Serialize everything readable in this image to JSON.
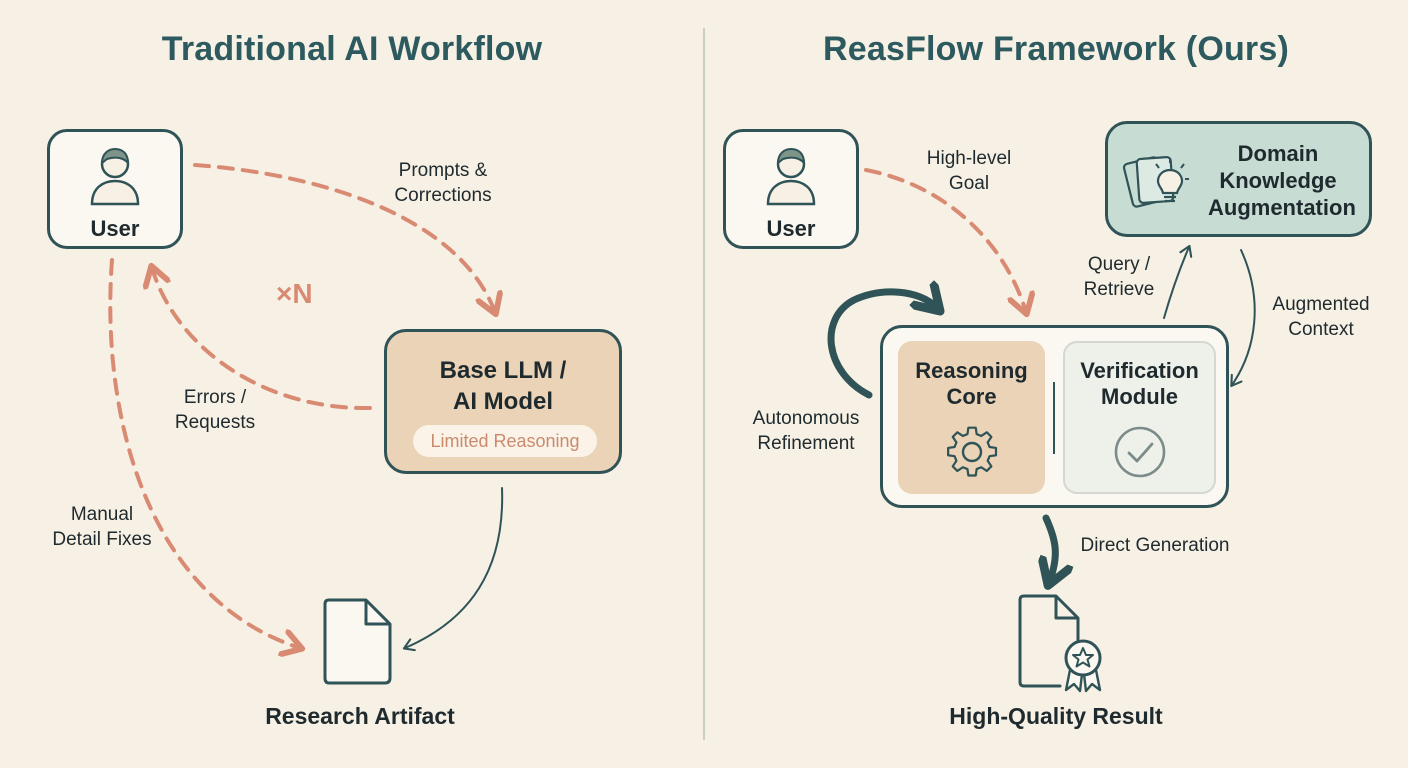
{
  "left": {
    "title": "Traditional AI Workflow",
    "user_label": "User",
    "prompts_label": "Prompts &\nCorrections",
    "times_label": "×N",
    "errors_label": "Errors /\nRequests",
    "llm_title": "Base LLM /\nAI Model",
    "llm_badge": "Limited Reasoning",
    "manual_label": "Manual\nDetail Fixes",
    "artifact_label": "Research Artifact"
  },
  "right": {
    "title": "ReasFlow Framework (Ours)",
    "user_label": "User",
    "goal_label": "High-level\nGoal",
    "domain_title": "Domain\nKnowledge\nAugmentation",
    "query_label": "Query /\nRetrieve",
    "augmented_label": "Augmented\nContext",
    "refinement_label": "Autonomous\nRefinement",
    "core_title": "Reasoning\nCore",
    "verify_title": "Verification\nModule",
    "direct_label": "Direct Generation",
    "result_label": "High-Quality Result"
  },
  "colors": {
    "background": "#f7f0e4",
    "title": "#2d5a5f",
    "outline": "#2f5357",
    "dashed_arrow": "#d98a72",
    "llm_fill": "#ead3b6",
    "domain_fill": "#c7dcd3"
  },
  "icons": [
    "user-icon",
    "document-icon",
    "lightbulb-icon",
    "gear-icon",
    "check-circle-icon",
    "award-document-icon"
  ]
}
